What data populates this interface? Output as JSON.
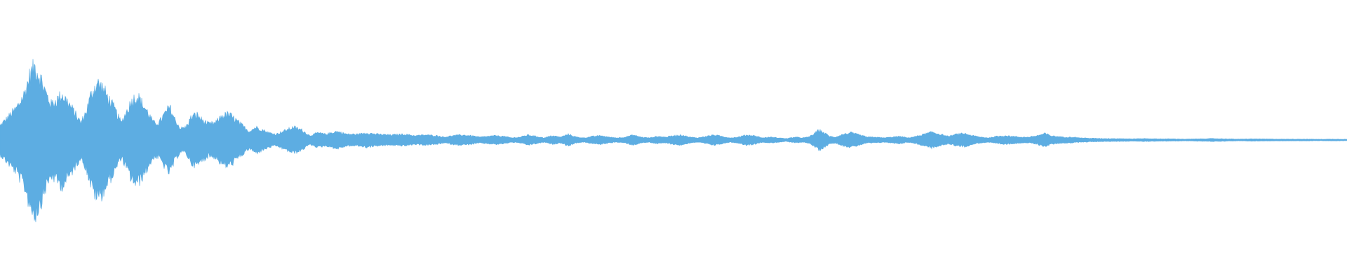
{
  "waveform": {
    "color": "#5dade2",
    "background": "#ffffff",
    "envelope": [
      [
        0.0,
        0.1
      ],
      [
        0.005,
        0.15
      ],
      [
        0.012,
        0.22
      ],
      [
        0.018,
        0.32
      ],
      [
        0.022,
        0.45
      ],
      [
        0.026,
        0.52
      ],
      [
        0.03,
        0.44
      ],
      [
        0.034,
        0.33
      ],
      [
        0.038,
        0.25
      ],
      [
        0.042,
        0.28
      ],
      [
        0.046,
        0.32
      ],
      [
        0.05,
        0.27
      ],
      [
        0.055,
        0.2
      ],
      [
        0.06,
        0.12
      ],
      [
        0.064,
        0.2
      ],
      [
        0.068,
        0.33
      ],
      [
        0.072,
        0.4
      ],
      [
        0.076,
        0.37
      ],
      [
        0.08,
        0.3
      ],
      [
        0.085,
        0.22
      ],
      [
        0.09,
        0.12
      ],
      [
        0.094,
        0.2
      ],
      [
        0.098,
        0.28
      ],
      [
        0.102,
        0.31
      ],
      [
        0.106,
        0.25
      ],
      [
        0.11,
        0.19
      ],
      [
        0.114,
        0.12
      ],
      [
        0.118,
        0.12
      ],
      [
        0.122,
        0.18
      ],
      [
        0.126,
        0.23
      ],
      [
        0.13,
        0.14
      ],
      [
        0.134,
        0.08
      ],
      [
        0.138,
        0.09
      ],
      [
        0.142,
        0.16
      ],
      [
        0.146,
        0.18
      ],
      [
        0.15,
        0.14
      ],
      [
        0.155,
        0.11
      ],
      [
        0.16,
        0.12
      ],
      [
        0.165,
        0.17
      ],
      [
        0.17,
        0.18
      ],
      [
        0.175,
        0.14
      ],
      [
        0.18,
        0.1
      ],
      [
        0.185,
        0.06
      ],
      [
        0.19,
        0.09
      ],
      [
        0.195,
        0.07
      ],
      [
        0.2,
        0.05
      ],
      [
        0.205,
        0.04
      ],
      [
        0.21,
        0.06
      ],
      [
        0.218,
        0.09
      ],
      [
        0.224,
        0.07
      ],
      [
        0.23,
        0.03
      ],
      [
        0.236,
        0.05
      ],
      [
        0.242,
        0.04
      ],
      [
        0.25,
        0.06
      ],
      [
        0.258,
        0.04
      ],
      [
        0.266,
        0.04
      ],
      [
        0.272,
        0.05
      ],
      [
        0.28,
        0.04
      ],
      [
        0.29,
        0.035
      ],
      [
        0.3,
        0.04
      ],
      [
        0.308,
        0.03
      ],
      [
        0.316,
        0.035
      ],
      [
        0.324,
        0.03
      ],
      [
        0.33,
        0.02
      ],
      [
        0.336,
        0.03
      ],
      [
        0.342,
        0.035
      ],
      [
        0.35,
        0.03
      ],
      [
        0.356,
        0.02
      ],
      [
        0.362,
        0.025
      ],
      [
        0.368,
        0.03
      ],
      [
        0.374,
        0.025
      ],
      [
        0.38,
        0.015
      ],
      [
        0.386,
        0.02
      ],
      [
        0.392,
        0.035
      ],
      [
        0.398,
        0.025
      ],
      [
        0.404,
        0.015
      ],
      [
        0.41,
        0.03
      ],
      [
        0.416,
        0.02
      ],
      [
        0.422,
        0.04
      ],
      [
        0.428,
        0.02
      ],
      [
        0.434,
        0.015
      ],
      [
        0.44,
        0.025
      ],
      [
        0.446,
        0.03
      ],
      [
        0.452,
        0.02
      ],
      [
        0.458,
        0.015
      ],
      [
        0.464,
        0.02
      ],
      [
        0.47,
        0.035
      ],
      [
        0.476,
        0.02
      ],
      [
        0.482,
        0.015
      ],
      [
        0.488,
        0.025
      ],
      [
        0.494,
        0.02
      ],
      [
        0.5,
        0.03
      ],
      [
        0.506,
        0.035
      ],
      [
        0.512,
        0.02
      ],
      [
        0.518,
        0.015
      ],
      [
        0.524,
        0.025
      ],
      [
        0.53,
        0.035
      ],
      [
        0.536,
        0.025
      ],
      [
        0.542,
        0.015
      ],
      [
        0.548,
        0.02
      ],
      [
        0.554,
        0.035
      ],
      [
        0.56,
        0.03
      ],
      [
        0.566,
        0.015
      ],
      [
        0.572,
        0.02
      ],
      [
        0.578,
        0.015
      ],
      [
        0.584,
        0.01
      ],
      [
        0.59,
        0.02
      ],
      [
        0.596,
        0.015
      ],
      [
        0.6,
        0.02
      ],
      [
        0.604,
        0.04
      ],
      [
        0.608,
        0.07
      ],
      [
        0.612,
        0.05
      ],
      [
        0.616,
        0.025
      ],
      [
        0.62,
        0.02
      ],
      [
        0.626,
        0.04
      ],
      [
        0.632,
        0.05
      ],
      [
        0.638,
        0.035
      ],
      [
        0.644,
        0.02
      ],
      [
        0.65,
        0.02
      ],
      [
        0.656,
        0.015
      ],
      [
        0.662,
        0.02
      ],
      [
        0.668,
        0.025
      ],
      [
        0.674,
        0.015
      ],
      [
        0.68,
        0.025
      ],
      [
        0.686,
        0.04
      ],
      [
        0.692,
        0.055
      ],
      [
        0.698,
        0.04
      ],
      [
        0.704,
        0.025
      ],
      [
        0.71,
        0.04
      ],
      [
        0.716,
        0.045
      ],
      [
        0.722,
        0.03
      ],
      [
        0.728,
        0.02
      ],
      [
        0.734,
        0.015
      ],
      [
        0.74,
        0.025
      ],
      [
        0.746,
        0.03
      ],
      [
        0.752,
        0.025
      ],
      [
        0.758,
        0.02
      ],
      [
        0.764,
        0.02
      ],
      [
        0.77,
        0.03
      ],
      [
        0.776,
        0.045
      ],
      [
        0.78,
        0.03
      ],
      [
        0.784,
        0.025
      ],
      [
        0.79,
        0.02
      ],
      [
        0.796,
        0.02
      ],
      [
        0.802,
        0.015
      ],
      [
        0.81,
        0.012
      ],
      [
        0.82,
        0.01
      ],
      [
        0.83,
        0.01
      ],
      [
        0.84,
        0.008
      ],
      [
        0.85,
        0.01
      ],
      [
        0.86,
        0.008
      ],
      [
        0.87,
        0.008
      ],
      [
        0.88,
        0.006
      ],
      [
        0.89,
        0.008
      ],
      [
        0.9,
        0.01
      ],
      [
        0.91,
        0.008
      ],
      [
        0.92,
        0.006
      ],
      [
        0.93,
        0.008
      ],
      [
        0.94,
        0.007
      ],
      [
        0.95,
        0.006
      ],
      [
        0.96,
        0.006
      ],
      [
        0.97,
        0.006
      ],
      [
        0.98,
        0.005
      ],
      [
        0.99,
        0.006
      ],
      [
        1.0,
        0.005
      ]
    ]
  }
}
